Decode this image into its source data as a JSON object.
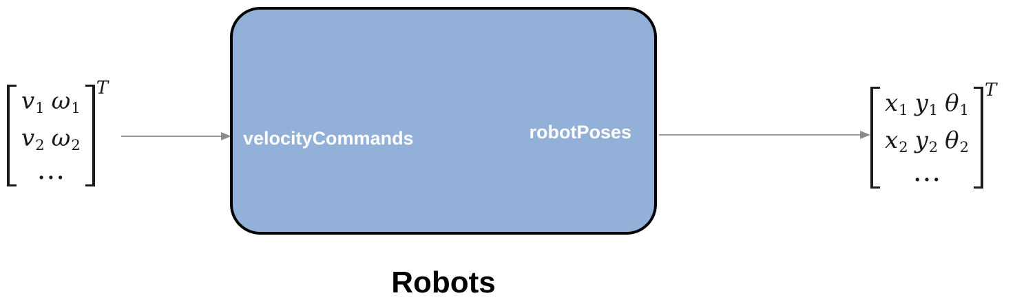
{
  "diagram_title": "Robots",
  "block": {
    "label": "Robots",
    "input_port_label": "velocityCommands",
    "output_port_label": "robotPoses"
  },
  "input_matrix": {
    "rows": [
      [
        [
          "v",
          "1"
        ],
        [
          "ω",
          "1"
        ]
      ],
      [
        [
          "v",
          "2"
        ],
        [
          "ω",
          "2"
        ]
      ]
    ],
    "dots": "...",
    "superscript": "T"
  },
  "output_matrix": {
    "rows": [
      [
        [
          "x",
          "1"
        ],
        [
          "y",
          "1"
        ],
        [
          "θ",
          "1"
        ]
      ],
      [
        [
          "x",
          "2"
        ],
        [
          "y",
          "2"
        ],
        [
          "θ",
          "2"
        ]
      ]
    ],
    "dots": "...",
    "superscript": "T"
  },
  "colors": {
    "block_fill": "#93b1d8",
    "block_border": "#000000",
    "arrow_line": "#9a9a9a",
    "arrow_head": "#8c8c8c",
    "math_ink": "#1a1a1a",
    "port_text": "#ffffff",
    "label_ink": "#000000"
  }
}
